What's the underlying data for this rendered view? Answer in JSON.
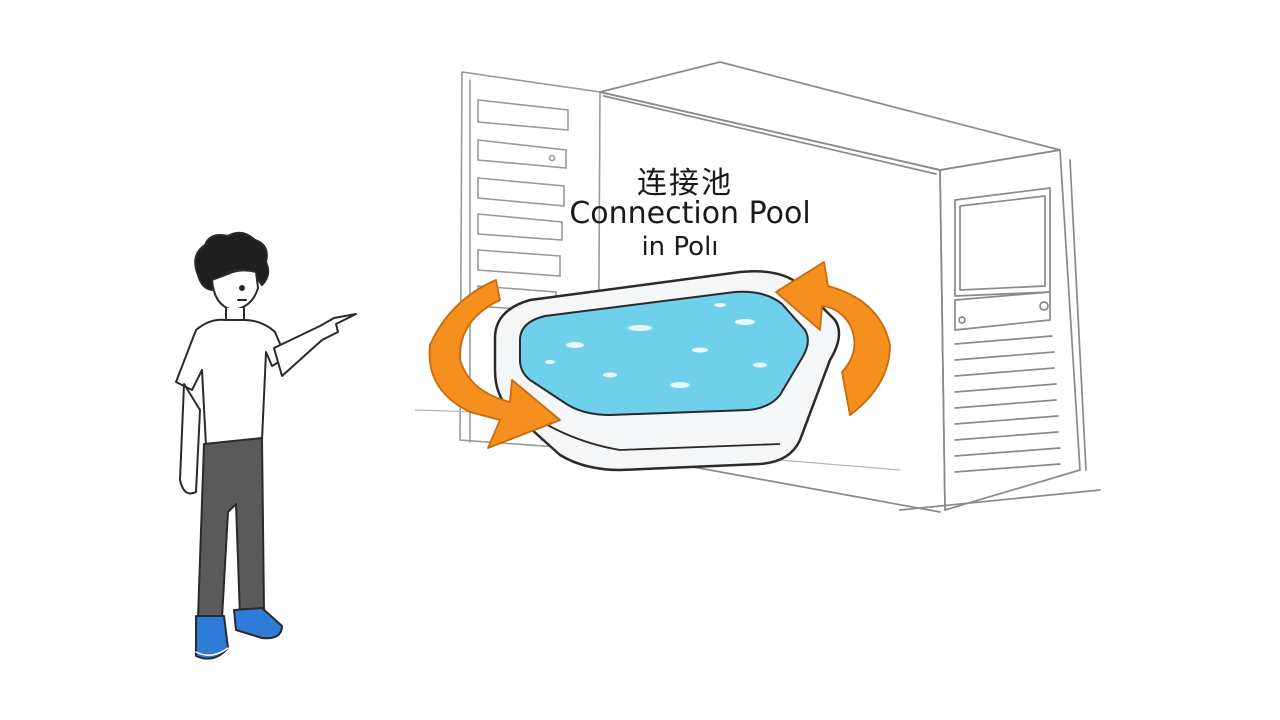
{
  "labels": {
    "chinese": "连接池",
    "english": "Connection Pool",
    "sub": "in Polı"
  },
  "colors": {
    "water": "#6fd0ec",
    "arrow": "#f5901e",
    "shoes": "#2f7bd8",
    "pants": "#5a5a5a",
    "outline": "#2a2a2a",
    "sketch_line": "#8a8a8a"
  },
  "icons": [
    "server-sketch",
    "pool-tub",
    "cycle-arrows",
    "person-pointing"
  ]
}
